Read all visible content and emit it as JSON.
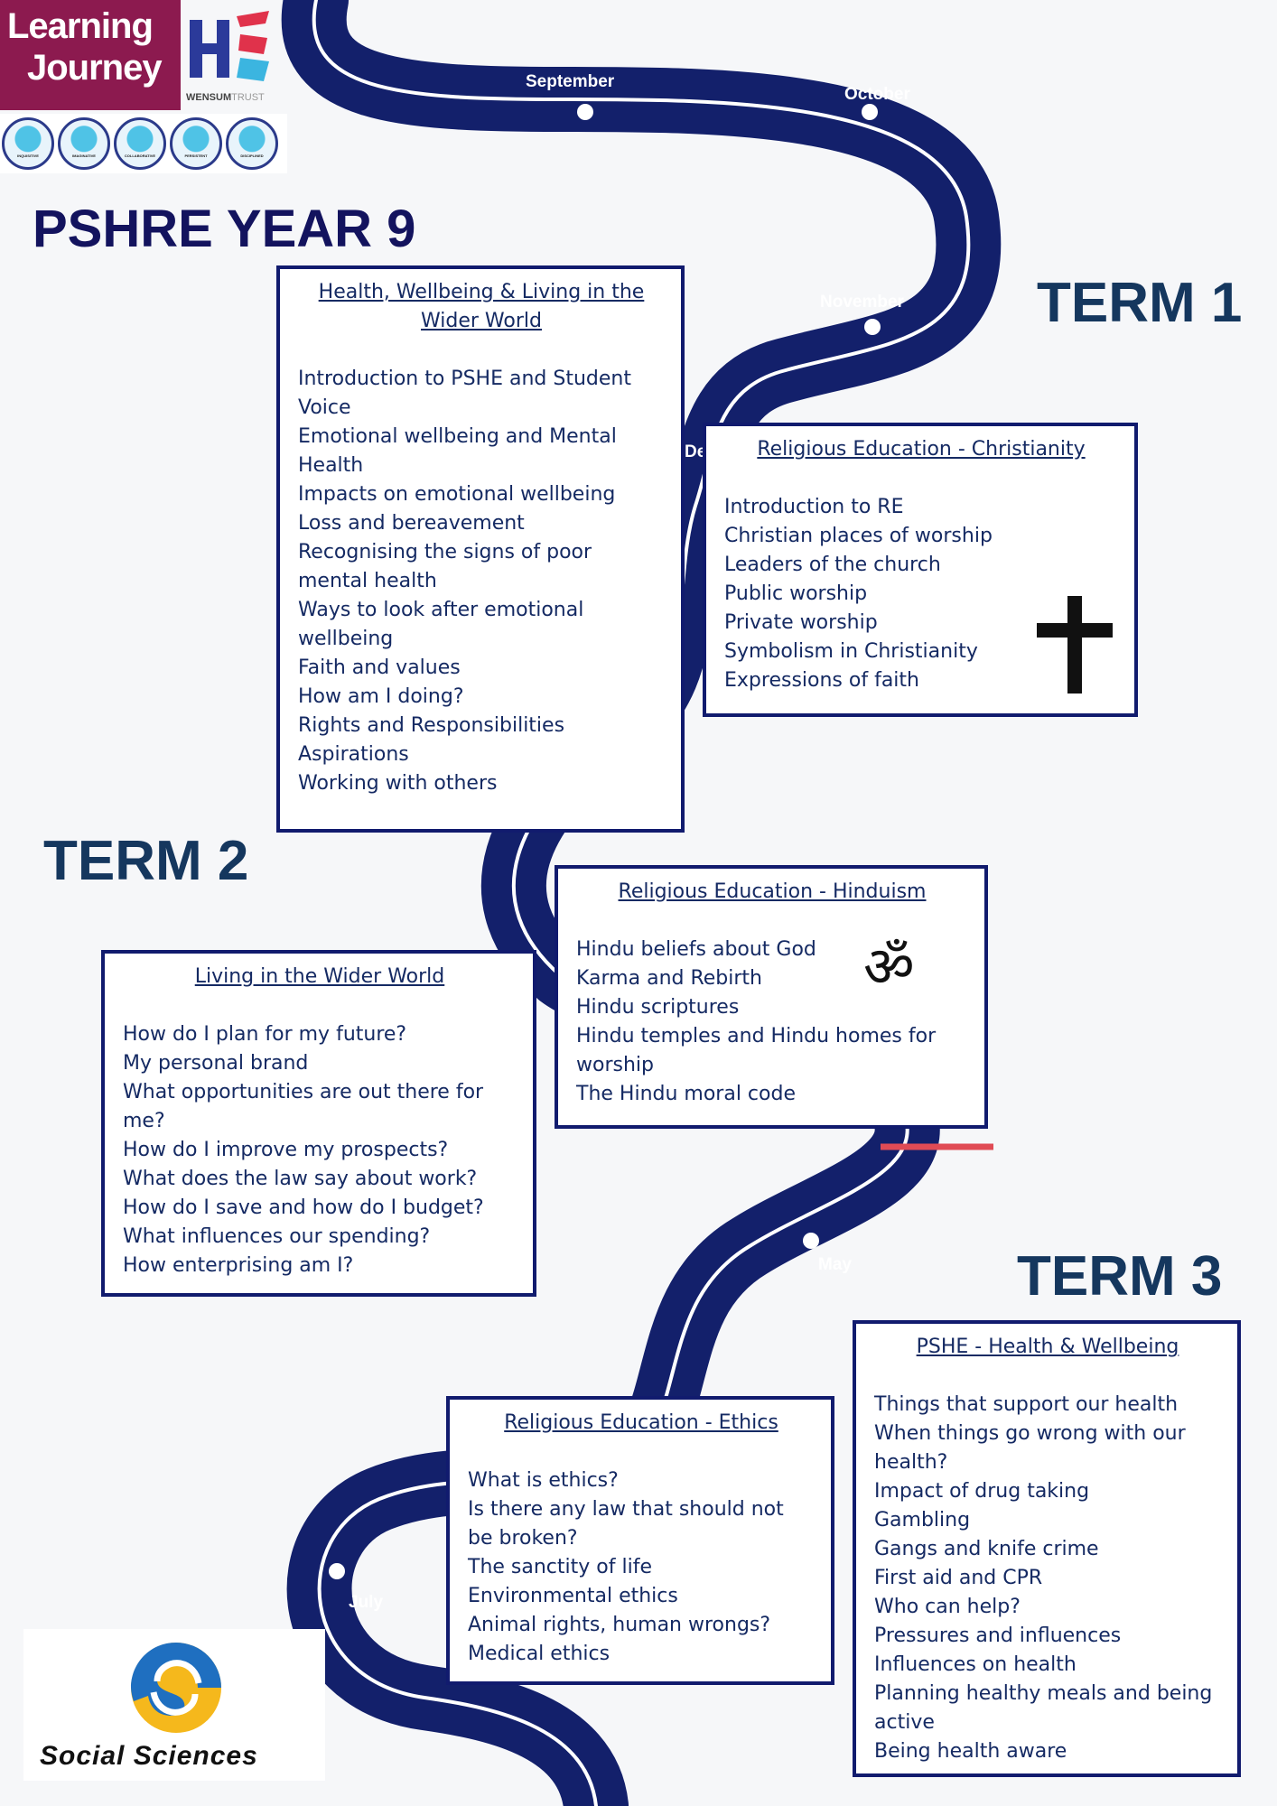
{
  "branding": {
    "learning_journey_line1": "Learning",
    "learning_journey_line2": "Journey",
    "trust_name_bold": "WENSUM",
    "trust_name_light": "TRUST",
    "values": [
      "INQUISITIVE",
      "IMAGINATIVE",
      "COLLABORATIVE",
      "PERSISTENT",
      "DISCIPLINED"
    ],
    "department": "Social Sciences"
  },
  "page_title": "PSHRE YEAR 9",
  "terms": {
    "term1": "TERM 1",
    "term2": "TERM 2",
    "term3": "TERM 3"
  },
  "months": {
    "september": "September",
    "october": "October",
    "november": "November",
    "december_partial": "De",
    "may": "May",
    "july": "July"
  },
  "modules": {
    "health_wellbeing": {
      "title_line1": "Health, Wellbeing & Living in the",
      "title_line2": "Wider World",
      "items": [
        "Introduction to PSHE and Student Voice",
        "Emotional wellbeing and Mental Health",
        "Impacts on emotional wellbeing",
        "Loss and bereavement",
        "Recognising the signs of poor mental health",
        "Ways to look after emotional wellbeing",
        "Faith and values",
        "How am I doing?",
        "Rights and Responsibilities",
        "Aspirations",
        "Working with others"
      ]
    },
    "re_christianity": {
      "title": "Religious Education - Christianity",
      "items": [
        "Introduction to RE",
        "Christian places of worship",
        "Leaders of the church",
        "Public worship",
        "Private worship",
        "Symbolism in Christianity",
        "Expressions of faith"
      ]
    },
    "re_hinduism": {
      "title": "Religious Education - Hinduism",
      "items": [
        "Hindu beliefs about God",
        "Karma and Rebirth",
        "Hindu scriptures",
        "Hindu temples and Hindu homes for worship",
        "The Hindu moral code"
      ]
    },
    "wider_world": {
      "title": "Living in the Wider World",
      "items": [
        "How do I plan for my future?",
        "My personal brand",
        "What opportunities are out there for me?",
        "How do I improve my prospects?",
        "What does the law say about work?",
        "How do I save and how do I budget?",
        "What influences our spending?",
        "How enterprising am I?"
      ]
    },
    "pshe_health": {
      "title": "PSHE - Health & Wellbeing",
      "items": [
        "Things that support our health",
        "When things go wrong with our health?",
        "Impact of drug taking",
        "Gambling",
        "Gangs and knife crime",
        "First aid and CPR",
        "Who can help?",
        "Pressures and influences",
        "Influences on health",
        "Planning healthy meals and being active",
        "Being health aware"
      ]
    },
    "re_ethics": {
      "title": "Religious Education - Ethics",
      "items": [
        "What is ethics?",
        "Is there any law that should not be broken?",
        "The sanctity of life",
        "Environmental ethics",
        "Animal rights, human wrongs?",
        "Medical ethics"
      ]
    }
  },
  "symbols": {
    "christianity": "cross-icon",
    "hinduism": "om-icon",
    "om_glyph": "ॐ"
  },
  "colors": {
    "road": "#13206b",
    "title": "#13135e",
    "term": "#15375e",
    "box_border": "#111b6e",
    "brand_maroon": "#8c1a4f",
    "marker_red": "#e04b55"
  }
}
